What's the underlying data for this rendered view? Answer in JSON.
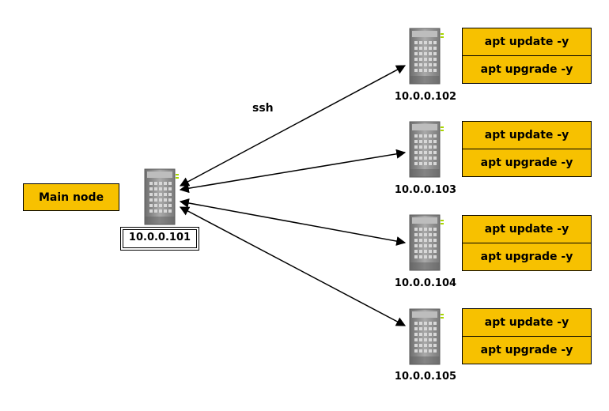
{
  "main": {
    "role_label": "Main node",
    "ip": "10.0.0.101"
  },
  "edge_label": "ssh",
  "nodes": [
    {
      "ip": "10.0.0.102",
      "cmd1": "apt update -y",
      "cmd2": "apt upgrade -y"
    },
    {
      "ip": "10.0.0.103",
      "cmd1": "apt update -y",
      "cmd2": "apt upgrade -y"
    },
    {
      "ip": "10.0.0.104",
      "cmd1": "apt update -y",
      "cmd2": "apt upgrade -y"
    },
    {
      "ip": "10.0.0.105",
      "cmd1": "apt update -y",
      "cmd2": "apt upgrade -y"
    }
  ],
  "colors": {
    "box_fill": "#f7c100",
    "server_body": "#8a8a8a",
    "server_light": "#c8c8c8",
    "server_led": "#a8d600"
  }
}
